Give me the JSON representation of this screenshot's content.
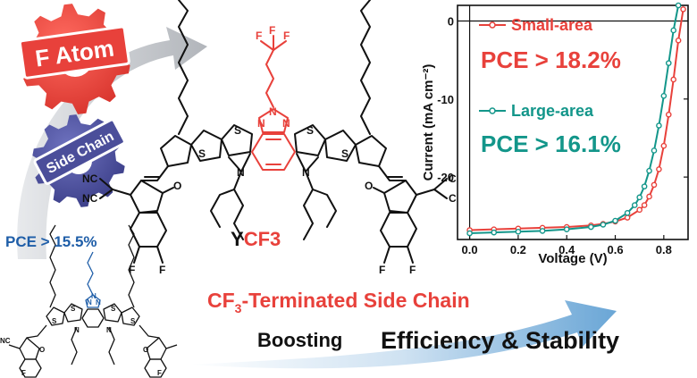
{
  "gear_top": {
    "label": "F Atom",
    "color": "#e8413b"
  },
  "gear_bottom": {
    "label": "Side Chain",
    "color": "#4b4e9a"
  },
  "small_molecule": {
    "pce_prefix": "PCE > ",
    "pce_value": "15.5%",
    "pce_color": "#1f5ea8",
    "heteroatoms": {
      "N": "N",
      "S": "S",
      "O": "O",
      "F": "F",
      "CN": "NC"
    }
  },
  "main_molecule": {
    "name_prefix": "Y",
    "name_suffix": "CF3",
    "name_suffix_color": "#e8413b",
    "atoms": {
      "N": "N",
      "S": "S",
      "O": "O",
      "F": "F",
      "CN_left": "NC",
      "CN_right": "CN"
    }
  },
  "chart_data": {
    "type": "line",
    "xlabel": "Voltage (V)",
    "ylabel": "Current (mA cm⁻²)",
    "xlim": [
      -0.05,
      0.9
    ],
    "ylim": [
      2,
      -28
    ],
    "xticks": [
      "0.0",
      "0.2",
      "0.4",
      "0.6",
      "0.8"
    ],
    "xtick_values": [
      0,
      0.2,
      0.4,
      0.6,
      0.8
    ],
    "yticks": [
      "0",
      "-10",
      "-20"
    ],
    "ytick_values": [
      0,
      -10,
      -20
    ],
    "series": [
      {
        "name": "Small-area",
        "color": "#e8413b",
        "x": [
          0,
          0.1,
          0.2,
          0.3,
          0.4,
          0.5,
          0.55,
          0.6,
          0.65,
          0.7,
          0.72,
          0.74,
          0.76,
          0.78,
          0.8,
          0.82,
          0.84,
          0.86,
          0.88
        ],
        "y": [
          -26.8,
          -26.7,
          -26.6,
          -26.5,
          -26.4,
          -26.2,
          -26.0,
          -25.7,
          -25.2,
          -24.2,
          -23.6,
          -22.5,
          -21.0,
          -19.0,
          -16.0,
          -12.0,
          -7.5,
          -2.5,
          1.5
        ]
      },
      {
        "name": "Large-area",
        "color": "#13968a",
        "x": [
          0,
          0.1,
          0.2,
          0.3,
          0.4,
          0.5,
          0.55,
          0.6,
          0.65,
          0.68,
          0.7,
          0.72,
          0.74,
          0.76,
          0.78,
          0.8,
          0.82,
          0.84,
          0.86
        ],
        "y": [
          -27.2,
          -27.1,
          -27.0,
          -26.9,
          -26.7,
          -26.4,
          -26.1,
          -25.6,
          -24.6,
          -23.6,
          -22.6,
          -21.2,
          -19.2,
          -16.6,
          -13.4,
          -9.6,
          -5.4,
          -1.2,
          2.0
        ]
      }
    ]
  },
  "legend": {
    "small_area": {
      "label": "Small-area",
      "pce_prefix": "PCE > ",
      "pce_value": "18.2%"
    },
    "large_area": {
      "label": "Large-area",
      "pce_prefix": "PCE > ",
      "pce_value": "16.1%"
    }
  },
  "banner": {
    "side_chain_pre": "CF",
    "side_chain_sub": "3",
    "side_chain_post": "-Terminated Side Chain",
    "boost_word": "Boosting",
    "boost_phrase": "Efficiency & Stability",
    "accent": "#e8413b"
  }
}
